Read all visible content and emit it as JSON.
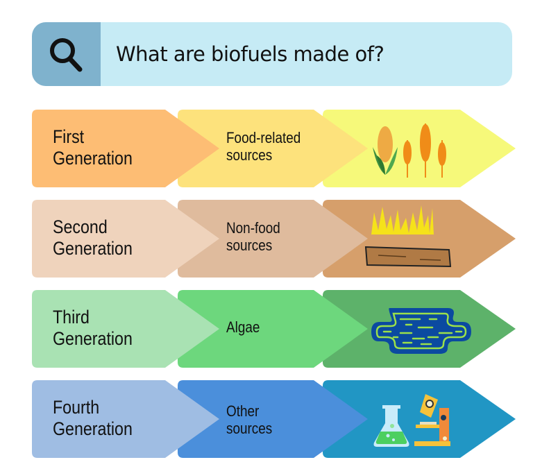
{
  "search": {
    "icon": "magnifier-icon",
    "question": "What are biofuels made of?",
    "colors": {
      "icon_bg": "#7fb2cd",
      "bar_bg": "#c6ebf5"
    }
  },
  "generations": [
    {
      "name_line1": "First",
      "name_line2": "Generation",
      "source_line1": "Food-related",
      "source_line2": "sources",
      "illustration": "corn-and-wheat-icon",
      "colors": {
        "gen": "#fdbd74",
        "source": "#fde27c",
        "illus": "#f6f97a"
      }
    },
    {
      "name_line1": "Second",
      "name_line2": "Generation",
      "source_line1": "Non-food",
      "source_line2": "sources",
      "illustration": "grass-and-wood-plank-icon",
      "colors": {
        "gen": "#efd3bc",
        "source": "#dfbb9d",
        "illus": "#d69f6b"
      }
    },
    {
      "name_line1": "Third",
      "name_line2": "Generation",
      "source_line1": "Algae",
      "source_line2": "",
      "illustration": "algae-pond-icon",
      "colors": {
        "gen": "#a9e2b3",
        "source": "#6dd77d",
        "illus": "#5db26a"
      }
    },
    {
      "name_line1": "Fourth",
      "name_line2": "Generation",
      "source_line1": "Other",
      "source_line2": "sources",
      "illustration": "flask-and-microscope-icon",
      "colors": {
        "gen": "#9fbde3",
        "source": "#4b8fdb",
        "illus": "#2196c4"
      }
    }
  ]
}
